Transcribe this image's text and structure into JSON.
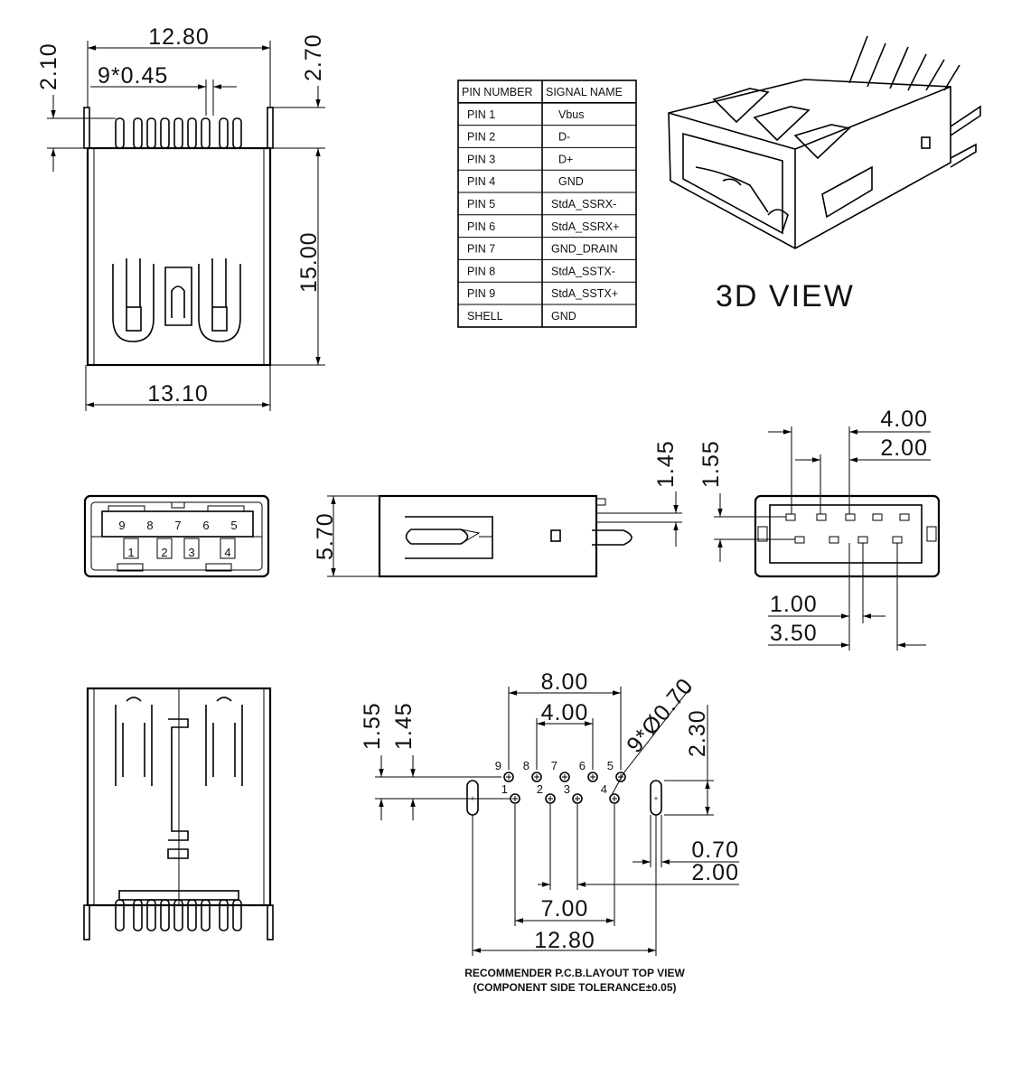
{
  "table": {
    "header": [
      "PIN NUMBER",
      "SIGNAL NAME"
    ],
    "rows": [
      [
        "PIN 1",
        "Vbus"
      ],
      [
        "PIN 2",
        "D-"
      ],
      [
        "PIN 3",
        "D+"
      ],
      [
        "PIN 4",
        "GND"
      ],
      [
        "PIN 5",
        "StdA_SSRX-"
      ],
      [
        "PIN 6",
        "StdA_SSRX+"
      ],
      [
        "PIN 7",
        "GND_DRAIN"
      ],
      [
        "PIN 8",
        "StdA_SSTX-"
      ],
      [
        "PIN 9",
        "StdA_SSTX+"
      ],
      [
        "SHELL",
        "GND"
      ]
    ]
  },
  "view3d_label": "3D VIEW",
  "top_view": {
    "d_width_top": "12.80",
    "d_pitch": "9*0.45",
    "d_left": "2.10",
    "d_right_top": "2.70",
    "d_height": "15.00",
    "d_width_bottom": "13.10"
  },
  "front_view": {
    "top_pins": [
      "9",
      "8",
      "7",
      "6",
      "5"
    ],
    "bottom_pins": [
      "1",
      "2",
      "3",
      "4"
    ]
  },
  "side_view": {
    "d_height": "5.70",
    "d_145": "1.45",
    "d_155": "1.55"
  },
  "end_view": {
    "d_400": "4.00",
    "d_200": "2.00",
    "d_100": "1.00",
    "d_350": "3.50"
  },
  "pcb": {
    "d_800": "8.00",
    "d_400": "4.00",
    "d_holes": "9*Ø0.70",
    "d_230": "2.30",
    "d_155": "1.55",
    "d_145": "1.45",
    "d_070": "0.70",
    "d_200": "2.00",
    "d_700": "7.00",
    "d_1280": "12.80",
    "top_pins": [
      "9",
      "8",
      "7",
      "6",
      "5"
    ],
    "bottom_pins": [
      "1",
      "2",
      "3",
      "4"
    ],
    "caption_line1": "RECOMMENDER P.C.B.LAYOUT TOP VIEW",
    "caption_line2": "(COMPONENT SIDE TOLERANCE±0.05)"
  }
}
